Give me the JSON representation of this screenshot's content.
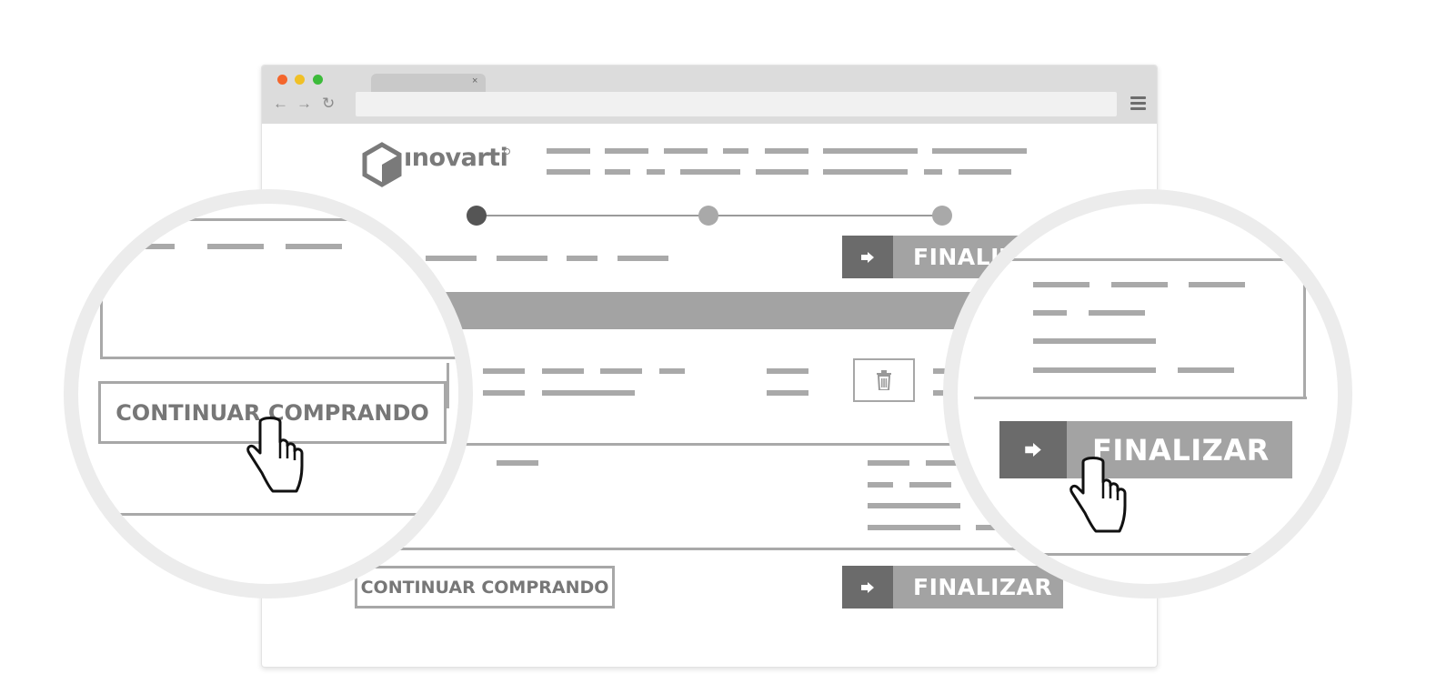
{
  "browser": {
    "tab": {
      "close_icon": "×"
    },
    "nav": {
      "back_icon": "←",
      "forward_icon": "→",
      "reload_icon": "↻"
    },
    "menu_icon": "hamburger-menu-icon"
  },
  "logo": {
    "text": "ınovarti"
  },
  "checkout_steps": {
    "count": 3,
    "active_index": 0
  },
  "cart": {
    "finalize_label": "FINALIZAR",
    "continue_label": "CONTINUAR COMPRANDO",
    "arrow_icon": "arrow-right-icon",
    "trash_icon": "trash-icon"
  },
  "magnifier_left": {
    "continue_label": "CONTINUAR COMPRANDO"
  },
  "magnifier_right": {
    "finalize_label": "FINALIZAR"
  },
  "colors": {
    "dot_red": "#f4662c",
    "dot_yellow": "#f0c026",
    "dot_green": "#3cbb3a",
    "button_dark": "#6b6b6b",
    "button_gray": "#a3a3a3"
  }
}
